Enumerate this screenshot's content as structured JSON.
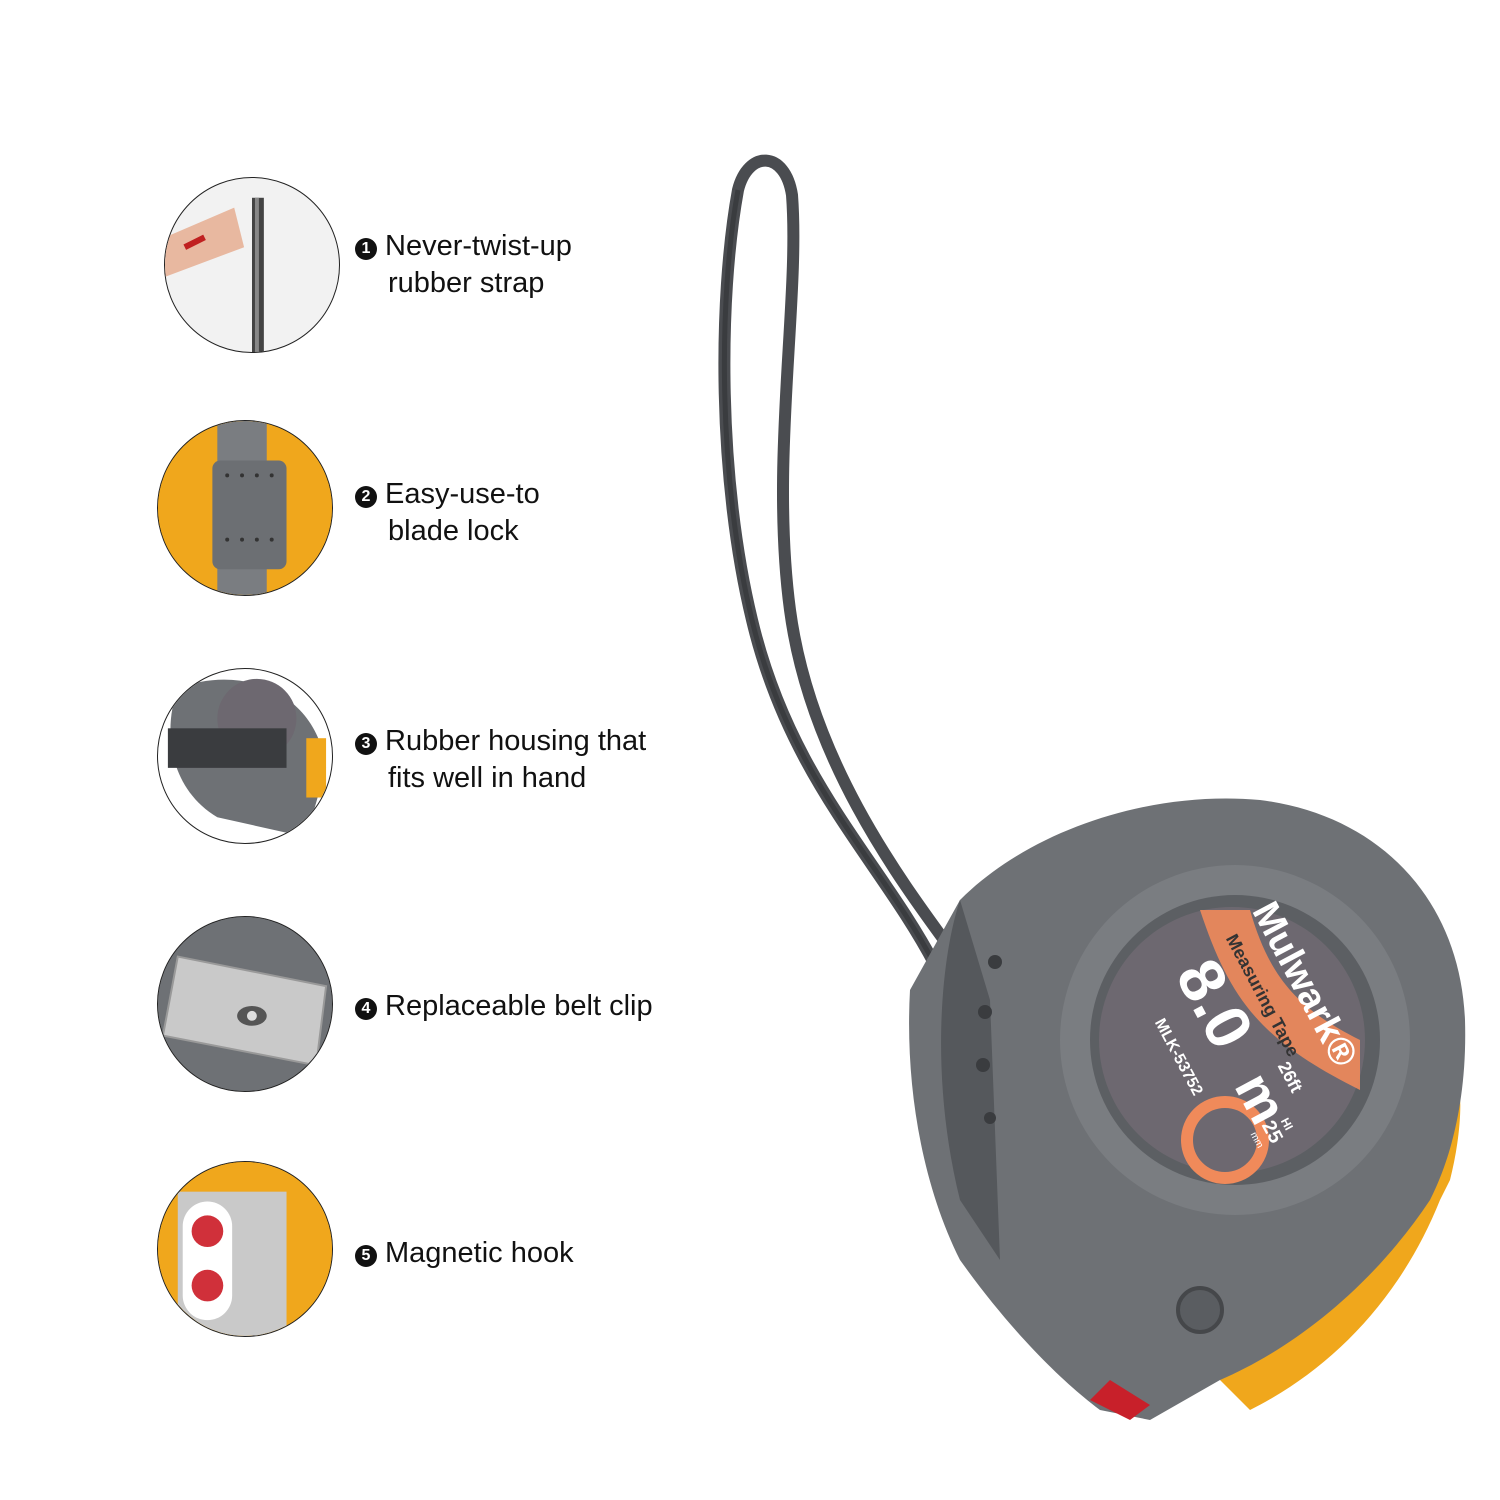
{
  "features": [
    {
      "num": "1",
      "line1": "Never-twist-up",
      "line2": "rubber strap",
      "icon": "strap-photo"
    },
    {
      "num": "2",
      "line1": "Easy-use-to",
      "line2": "blade lock",
      "icon": "blade-lock-photo"
    },
    {
      "num": "3",
      "line1": "Rubber housing that",
      "line2": "fits well in hand",
      "icon": "housing-photo"
    },
    {
      "num": "4",
      "line1": "Replaceable belt clip",
      "line2": "",
      "icon": "belt-clip-photo"
    },
    {
      "num": "5",
      "line1": "Magnetic hook",
      "line2": "",
      "icon": "magnetic-hook-photo"
    }
  ],
  "product": {
    "brand": "Mulwark®",
    "subtitle": "Measuring Tape",
    "length_m": "8.0",
    "unit_m": "m",
    "length_ft": "26ft",
    "model": "MLK-53752",
    "width_label": "HI",
    "width_value": "25",
    "width_unit": "mm"
  },
  "colors": {
    "housing": "#6b6e72",
    "accent": "#f0a71c",
    "label": "#6d6870",
    "orange": "#f08a5a"
  }
}
